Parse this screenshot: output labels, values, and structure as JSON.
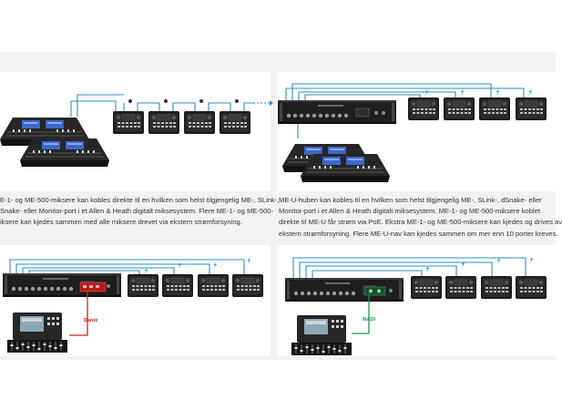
{
  "colors": {
    "cable": "#2a8fc4",
    "dante": "#d42020",
    "madi": "#1a9a4a",
    "power_bolt": "#27a3d8",
    "band": "#f2f2f2",
    "device_dark": "#1e1e1e"
  },
  "top_left": {
    "caption": [
      "E-1- og ME-500-miksere kan kobles direkte til en hvilken som helst tilgjengelig ME-, SLink-,",
      "Snake- eller Monitor-port i et Allen & Heath digitalt miksesystem. Flere ME-1- og ME-500-",
      "iksere kan kjedes sammen med alle miksere drevet via ekstern strømforsyning."
    ]
  },
  "top_right": {
    "caption": [
      "ME-U-huben kan kobles til en hvilken som helst tilgjengelig ME-, SLink-, dSnake- eller",
      "Monitor-port i et Allen & Heath digitalt miksesystem. ME-1- og ME-500-miksere koblet",
      "direkte til ME-U får strøm via PoE. Ekstra ME-1- og ME-500-miksere kan kjedes og drives av",
      "ekstern strømforsyning. Flere ME-U-nav kan kjedes sammen om mer enn 10 porter kreves."
    ]
  },
  "bottom_left": {
    "link_label": "Dante"
  },
  "bottom_right": {
    "link_label": "MADI"
  }
}
